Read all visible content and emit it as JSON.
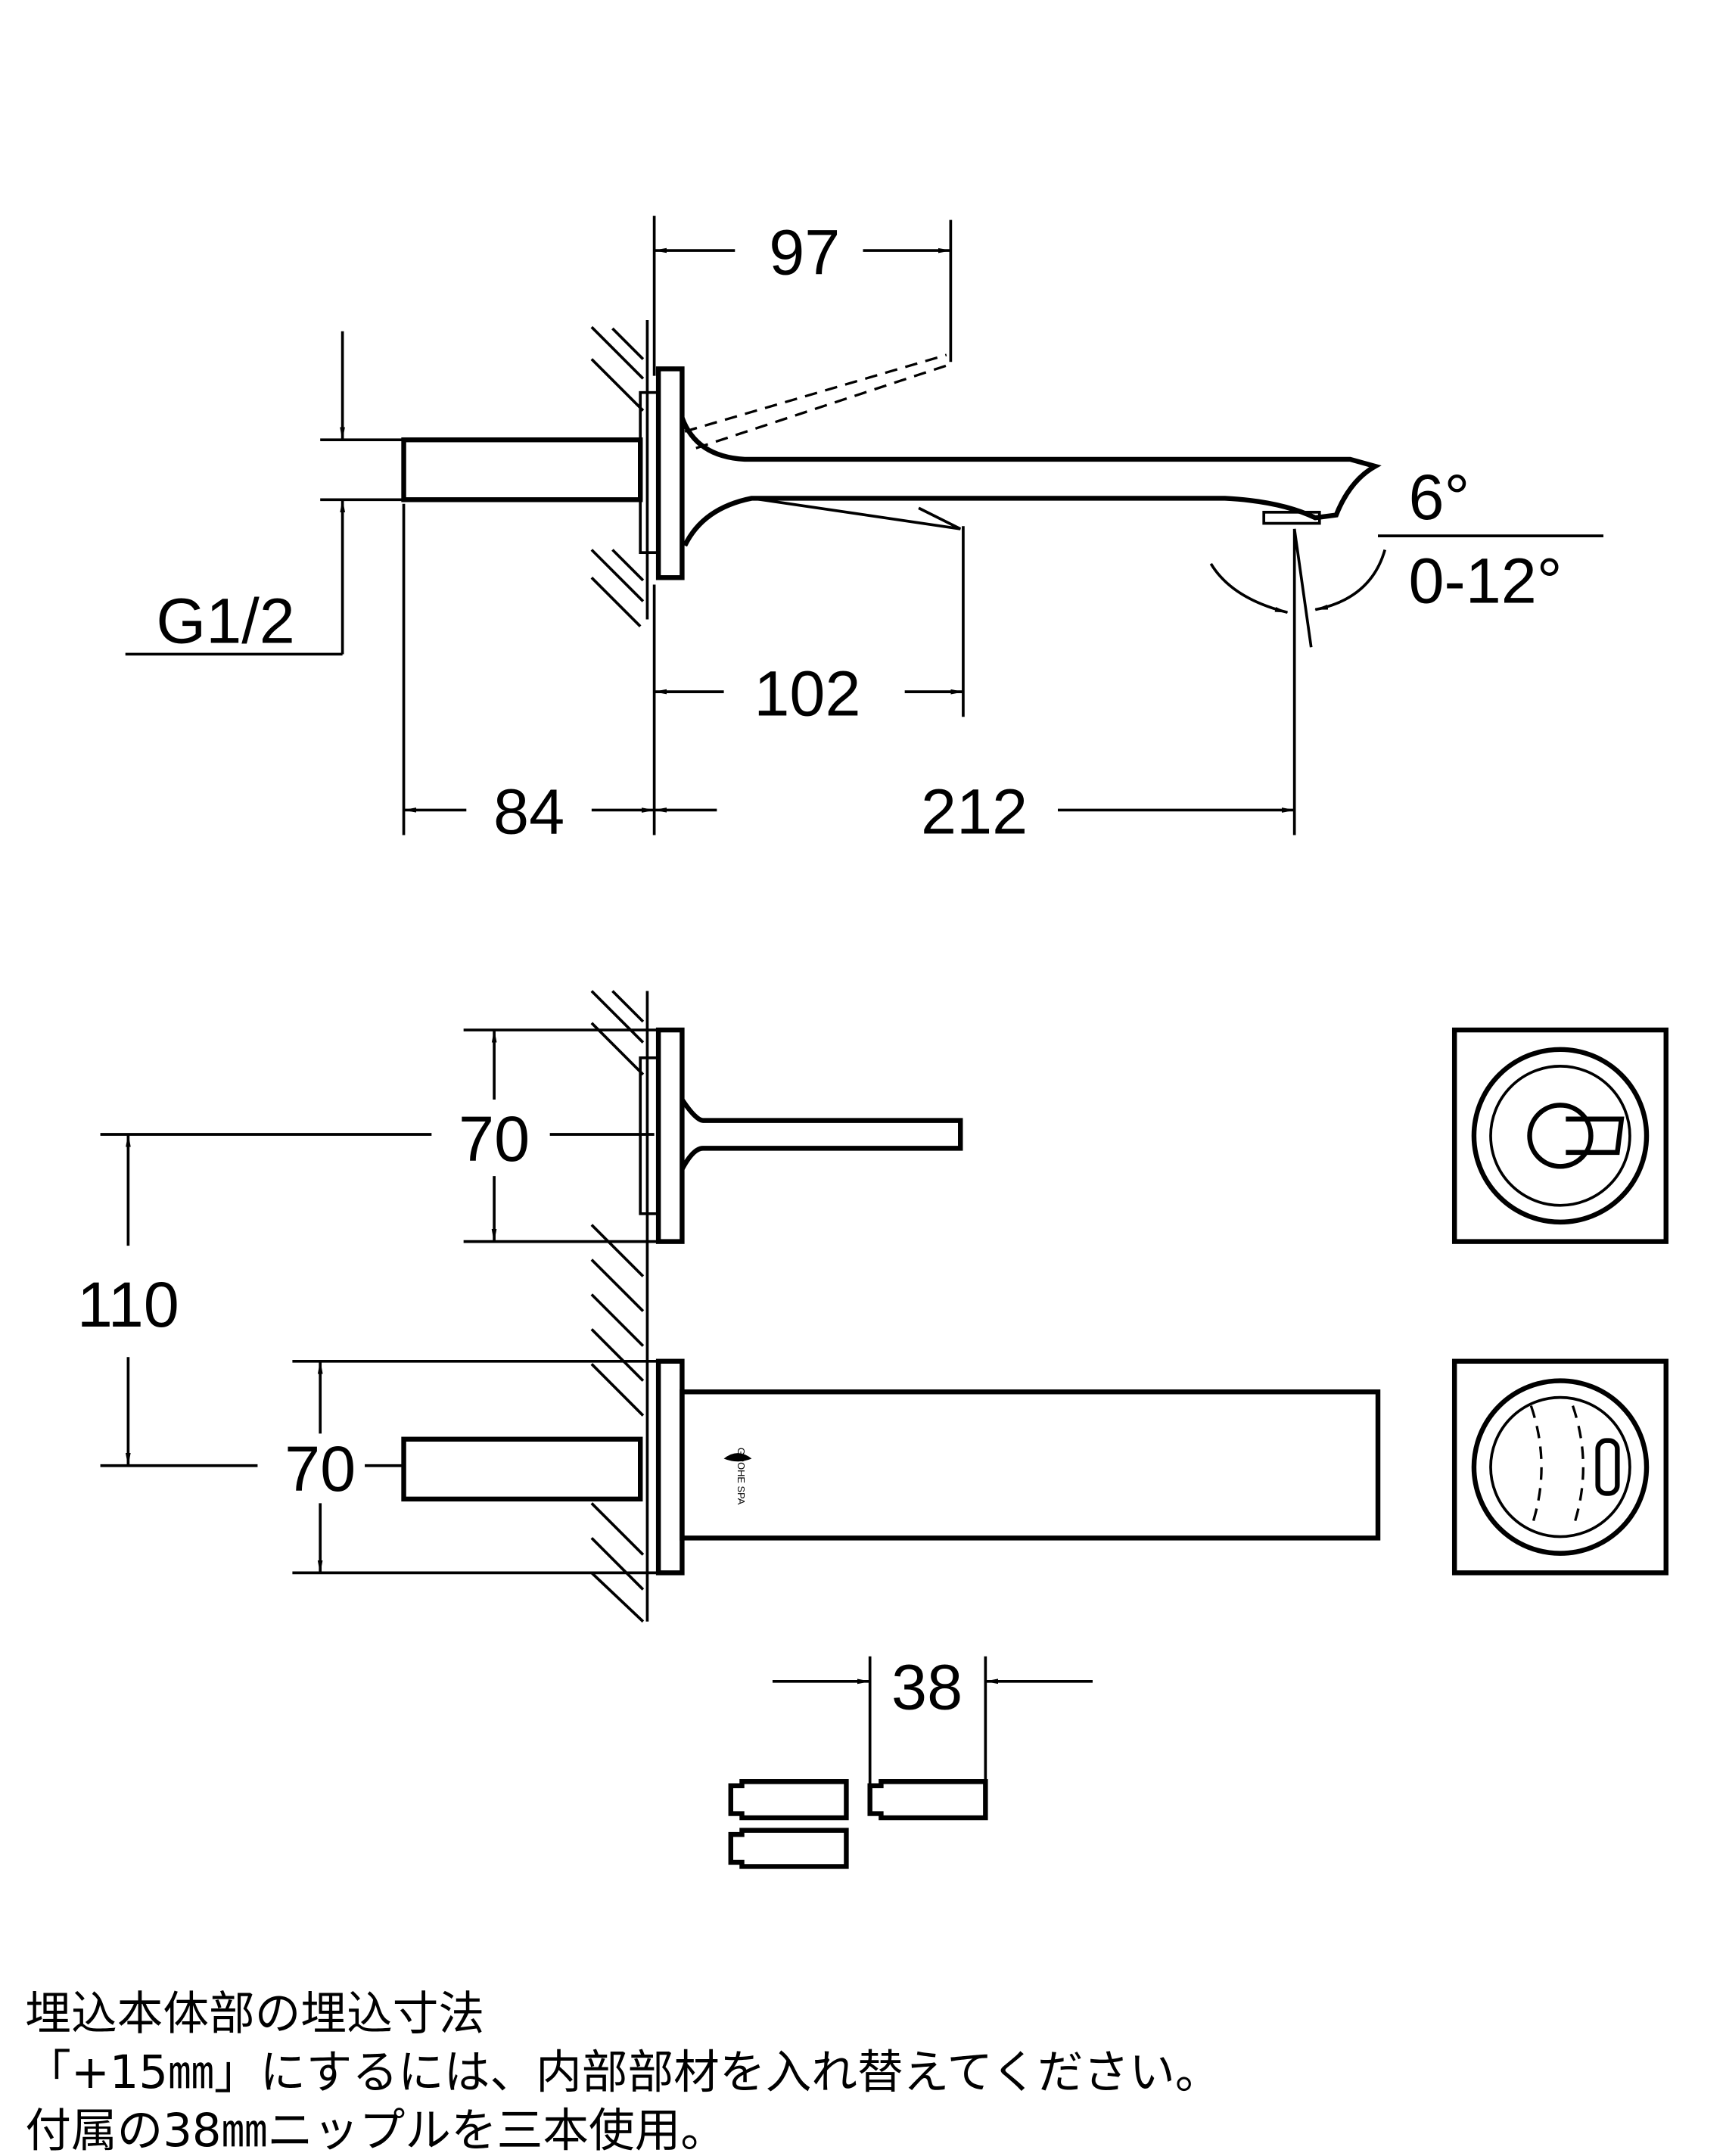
{
  "side_view": {
    "dim_top_projection": "97",
    "dim_spout_depth": "102",
    "dim_body": "84",
    "dim_spout_length": "212",
    "thread": "G1/2",
    "angle_nominal": "6°",
    "angle_range": "0-12°"
  },
  "front_view": {
    "dim_handle_plate": "70",
    "dim_spout_plate": "70",
    "dim_center_distance": "110",
    "dim_nipple": "38",
    "logo_text": "GROHE SPA"
  },
  "notes": [
    "埋込本体部の埋込寸法",
    "「+15㎜」にするには、内部部材を入れ替えてください。",
    "付属の38㎜ニップルを三本使用。"
  ]
}
